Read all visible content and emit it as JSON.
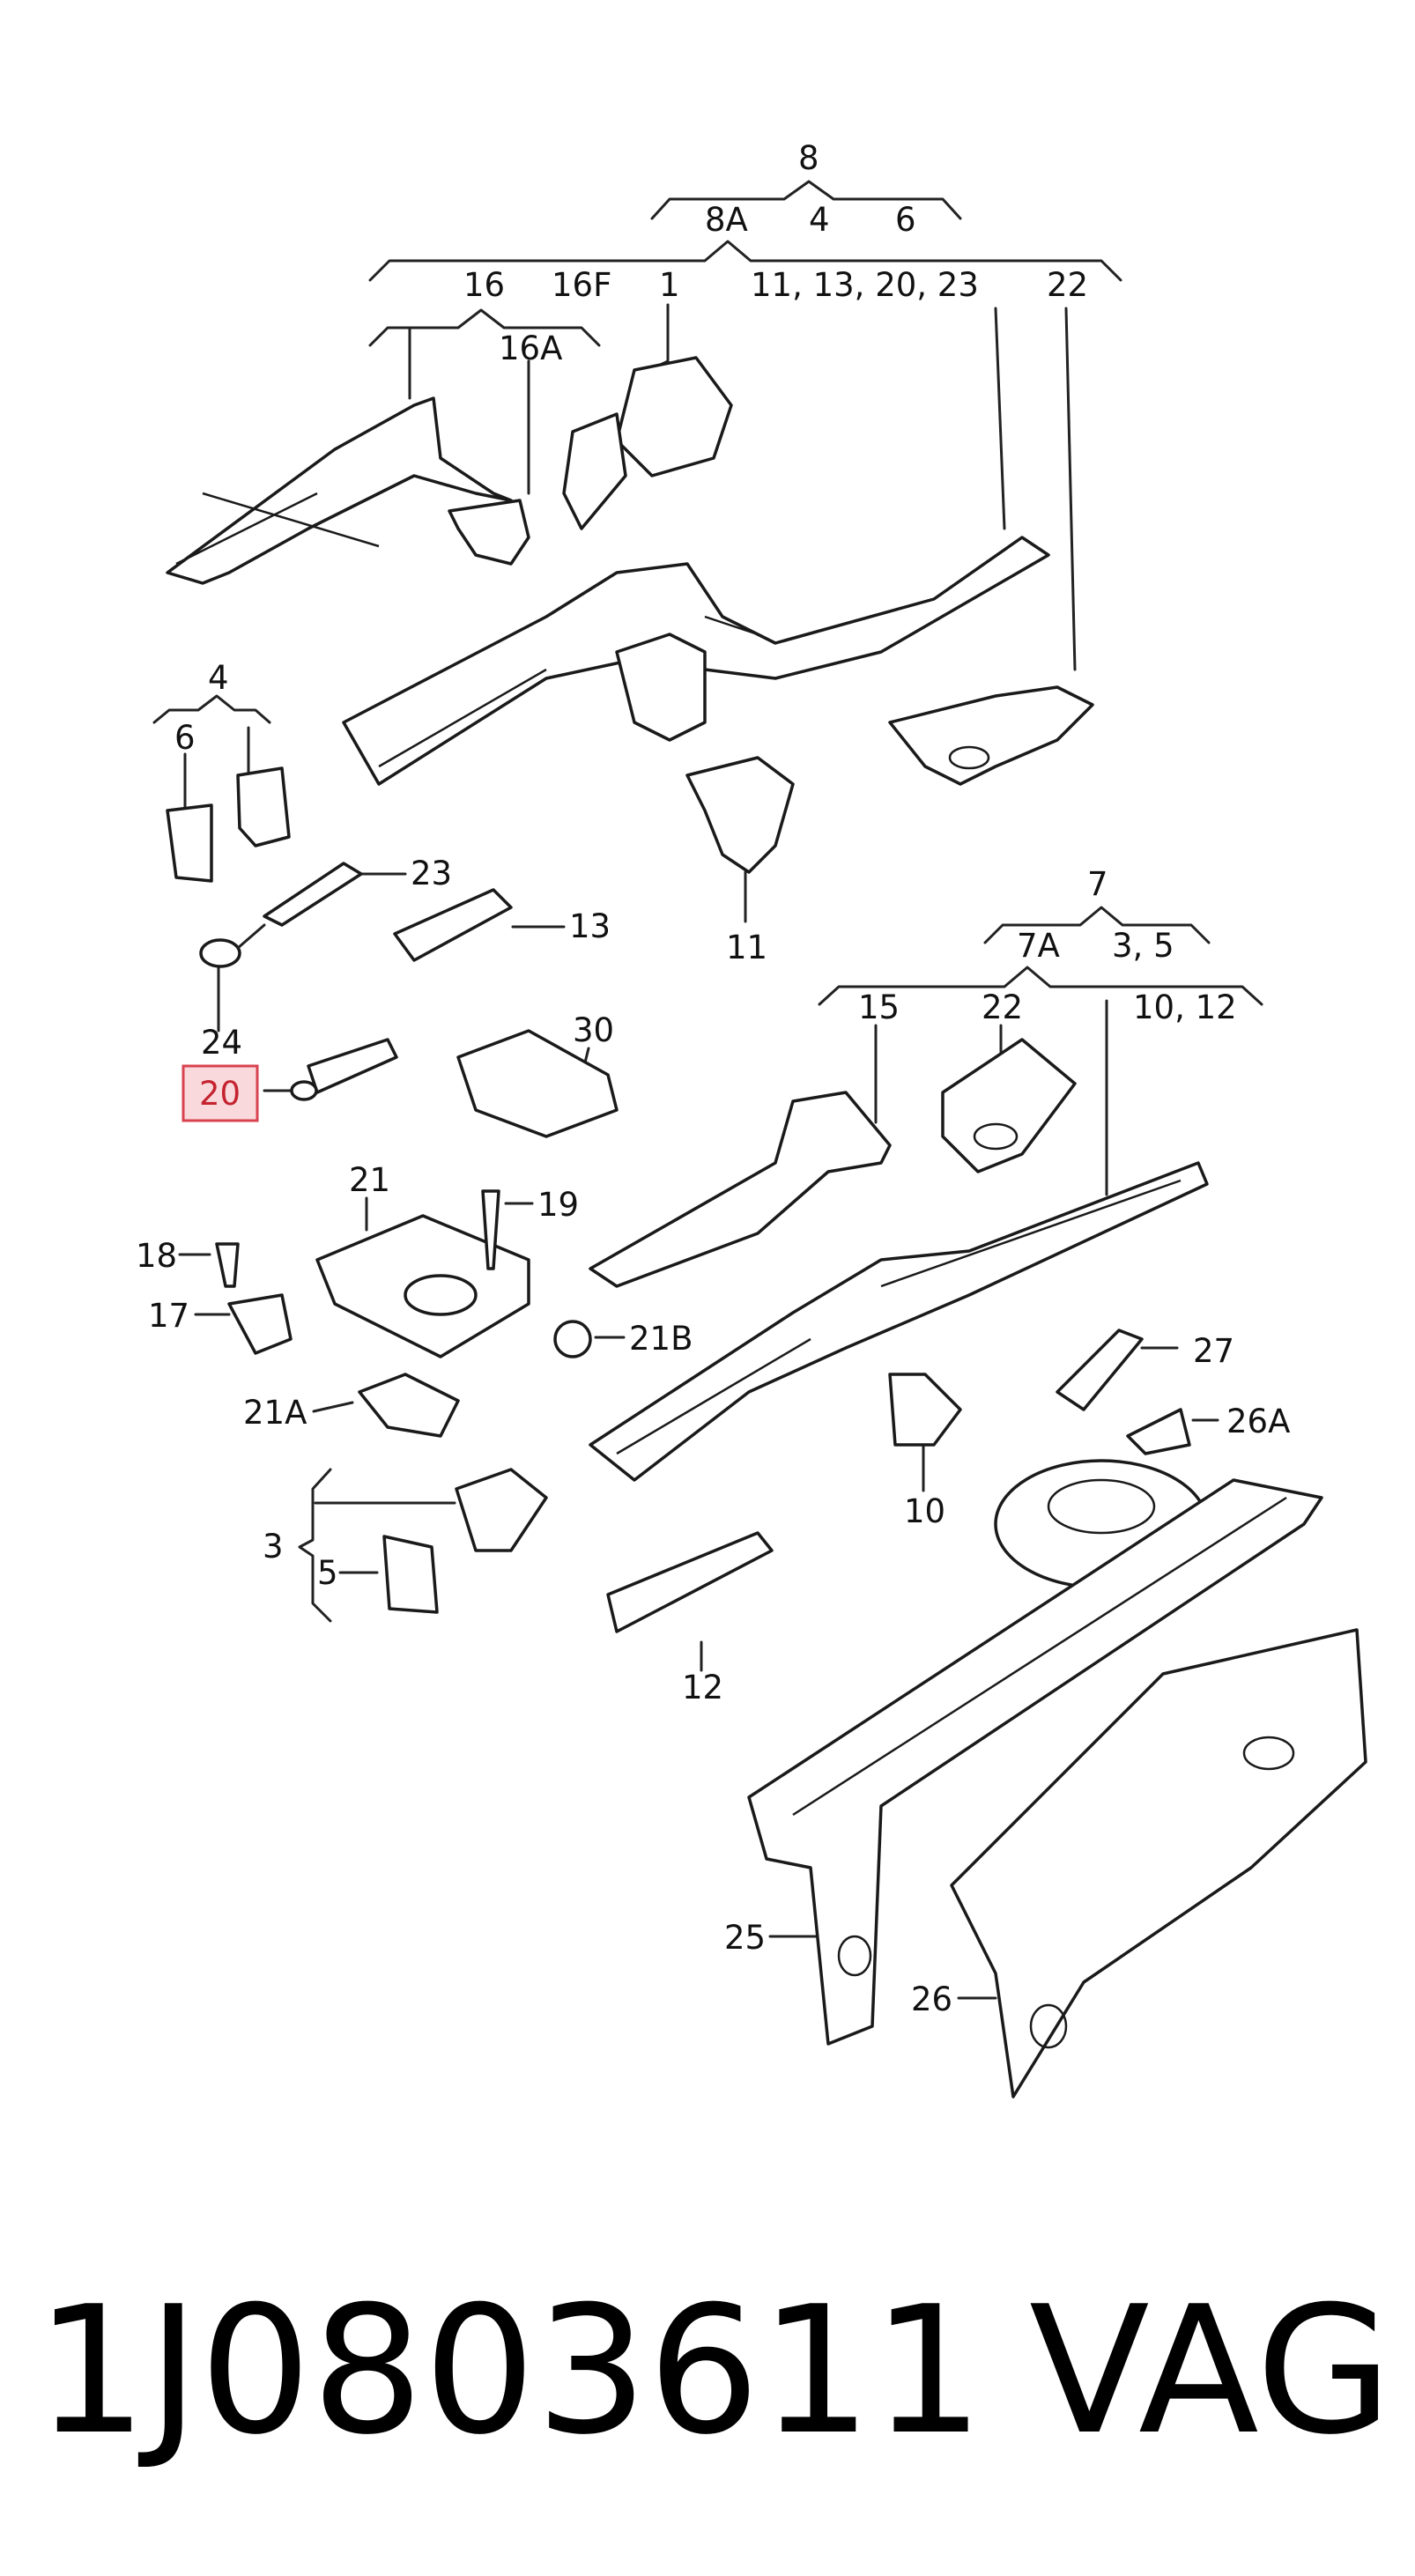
{
  "labels": {
    "l_8": "8",
    "l_8A": "8A",
    "l_4a": "4",
    "l_6a": "6",
    "l_16": "16",
    "l_16F": "16F",
    "l_1": "1",
    "l_11_13_20_23": "11, 13, 20, 23",
    "l_22a": "22",
    "l_16A": "16A",
    "l_4b": "4",
    "l_6b": "6",
    "l_23": "23",
    "l_13": "13",
    "l_11": "11",
    "l_24": "24",
    "l_20": "20",
    "l_30": "30",
    "l_7": "7",
    "l_7A": "7A",
    "l_3_5": "3, 5",
    "l_15": "15",
    "l_22b": "22",
    "l_10_12": "10, 12",
    "l_21": "21",
    "l_19": "19",
    "l_18": "18",
    "l_17": "17",
    "l_21B": "21B",
    "l_21A": "21A",
    "l_27": "27",
    "l_26A": "26A",
    "l_10": "10",
    "l_3": "3",
    "l_5": "5",
    "l_12": "12",
    "l_25": "25",
    "l_26": "26"
  },
  "highlight": {
    "label_key": "l_20",
    "box_color": "#d9434f",
    "fill_color": "#f9d9dc"
  },
  "footer": {
    "part_number": "1J0803611",
    "brand": "VAG"
  }
}
